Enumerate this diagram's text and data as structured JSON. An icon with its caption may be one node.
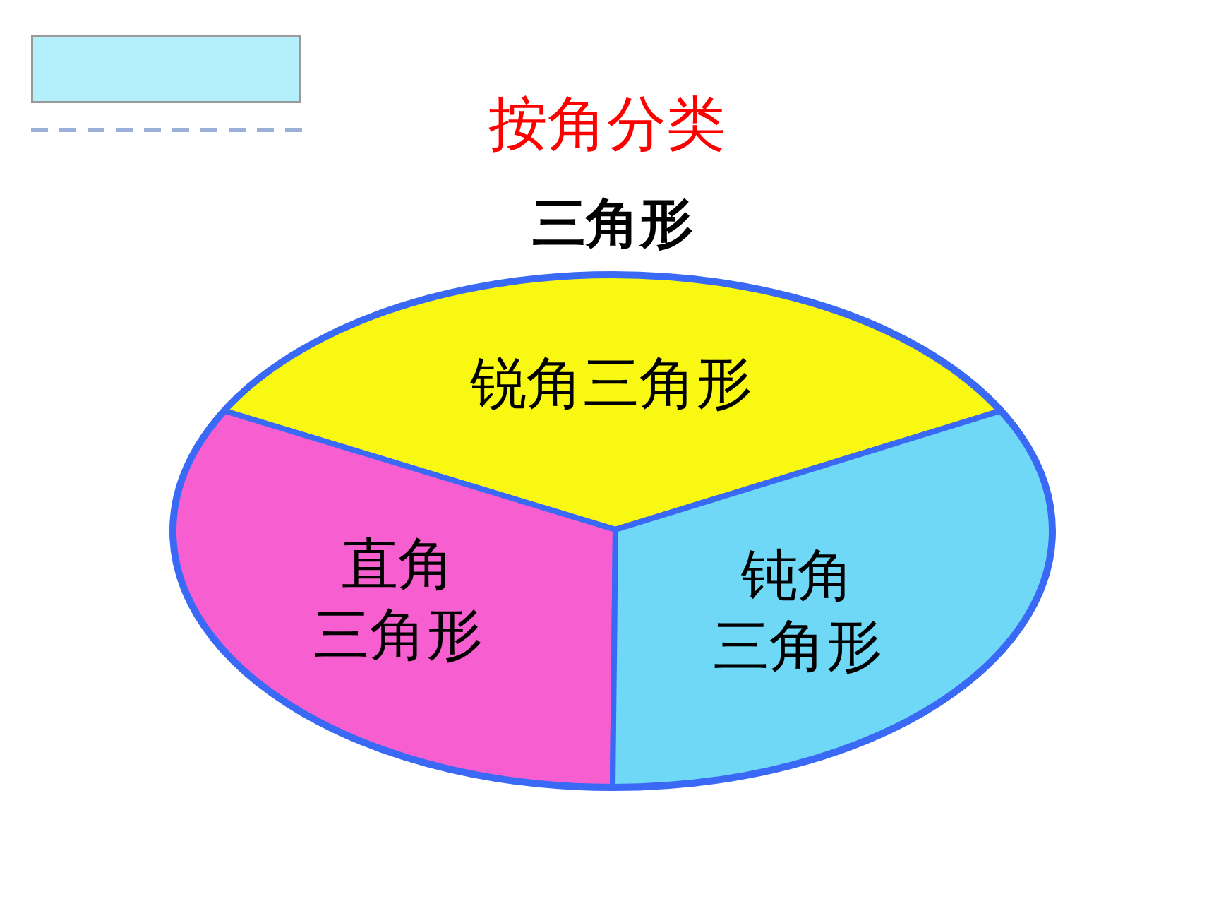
{
  "diagram": {
    "title": "按角分类",
    "nodes": [
      {
        "text": [],
        "shape": "box"
      },
      {
        "text": [
          "三角形"
        ]
      },
      {
        "text": [
          "锐角三角形"
        ],
        "in": 1
      },
      {
        "text": [
          "直角三角形"
        ],
        "in": 1
      },
      {
        "text": [
          "钝角三角形"
        ],
        "in": 1
      }
    ],
    "edges": []
  }
}
